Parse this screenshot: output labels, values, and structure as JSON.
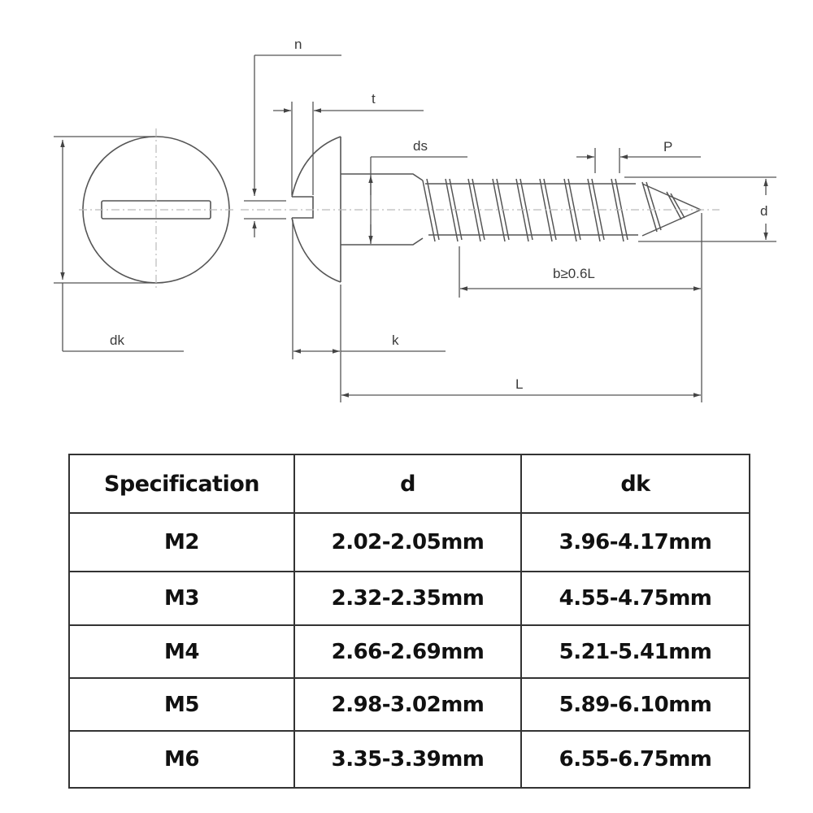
{
  "diagram": {
    "title": "Slotted round head wood screw dimensional drawing",
    "labels": {
      "n": "n",
      "t": "t",
      "ds": "ds",
      "P": "P",
      "d": "d",
      "dk": "dk",
      "k": "k",
      "b": "b≥0.6L",
      "L": "L"
    },
    "line_color": "#555555",
    "centerline_color": "#b0b0b0"
  },
  "table": {
    "headers": [
      "Specification",
      "d",
      "dk"
    ],
    "rows": [
      {
        "spec": "M2",
        "d": "2.02-2.05mm",
        "dk": "3.96-4.17mm"
      },
      {
        "spec": "M3",
        "d": "2.32-2.35mm",
        "dk": "4.55-4.75mm"
      },
      {
        "spec": "M4",
        "d": "2.66-2.69mm",
        "dk": "5.21-5.41mm"
      },
      {
        "spec": "M5",
        "d": "2.98-3.02mm",
        "dk": "5.89-6.10mm"
      },
      {
        "spec": "M6",
        "d": "3.35-3.39mm",
        "dk": "6.55-6.75mm"
      }
    ],
    "border_color": "#333333"
  }
}
